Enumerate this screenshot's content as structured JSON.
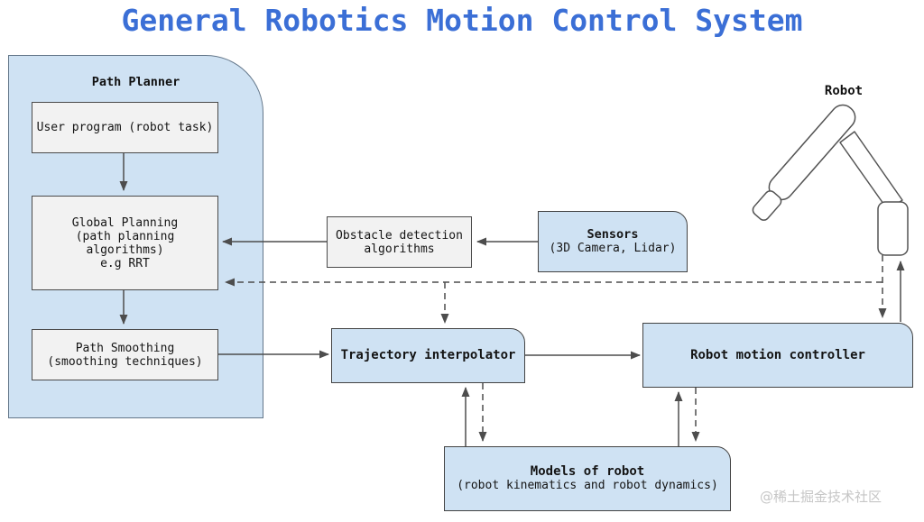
{
  "title": "General Robotics Motion Control System",
  "watermark": "@稀土掘金技术社区",
  "colors": {
    "title_blue": "#3b6fd6",
    "box_blue_fill": "#cfe2f3",
    "box_gray_fill": "#f2f2f2",
    "box_border": "#454545",
    "arrow_gray": "#4d4d4d"
  },
  "path_planner": {
    "label": "Path Planner",
    "user_program": "User program (robot task)",
    "global_planning": "Global Planning\n(path planning\nalgorithms)\ne.g RRT",
    "path_smoothing": "Path Smoothing\n(smoothing techniques)"
  },
  "boxes": {
    "obstacle_detection": "Obstacle detection\nalgorithms",
    "sensors": {
      "title": "Sensors",
      "subtitle": "(3D Camera, Lidar)"
    },
    "trajectory_interpolator": "Trajectory interpolator",
    "robot_motion_controller": "Robot motion controller",
    "models_of_robot": {
      "title": "Models of robot",
      "subtitle": "(robot kinematics and robot dynamics)"
    }
  },
  "robot": {
    "label": "Robot"
  },
  "edges": [
    {
      "from": "user-program",
      "to": "global-planning",
      "style": "solid"
    },
    {
      "from": "global-planning",
      "to": "path-smoothing",
      "style": "solid"
    },
    {
      "from": "sensors",
      "to": "obstacle-detection",
      "style": "solid"
    },
    {
      "from": "obstacle-detection",
      "to": "global-planning",
      "style": "solid"
    },
    {
      "from": "path-smoothing",
      "to": "trajectory-interpolator",
      "style": "solid"
    },
    {
      "from": "trajectory-interpolator",
      "to": "robot-motion-controller",
      "style": "solid"
    },
    {
      "from": "models-of-robot",
      "to": "trajectory-interpolator",
      "style": "solid"
    },
    {
      "from": "trajectory-interpolator",
      "to": "models-of-robot",
      "style": "dashed"
    },
    {
      "from": "models-of-robot",
      "to": "robot-motion-controller",
      "style": "solid"
    },
    {
      "from": "robot-motion-controller",
      "to": "models-of-robot",
      "style": "dashed"
    },
    {
      "from": "robot-motion-controller",
      "to": "robot",
      "style": "solid"
    },
    {
      "from": "robot",
      "to": "robot-motion-controller",
      "style": "dashed"
    },
    {
      "from": "robot",
      "to": "global-planning",
      "style": "dashed"
    },
    {
      "from": "robot",
      "to": "trajectory-interpolator",
      "style": "dashed"
    }
  ]
}
